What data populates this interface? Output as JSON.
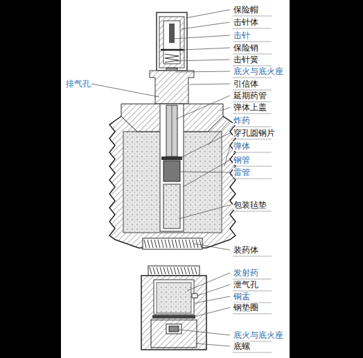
{
  "diagram": {
    "labels": [
      "保险帽",
      "击针体",
      "击针",
      "保险销",
      "击针簧",
      "底火与底火座",
      "引信体",
      "延期药管",
      "弹体上盖",
      "炸药",
      "穿孔圆钢片",
      "弹体",
      "钢管",
      "雷管",
      "包装毡垫",
      "装药体",
      "发射药",
      "泄气孔",
      "铜盂",
      "钢垫圈",
      "底火与底火座",
      "底螺",
      "排气孔"
    ]
  }
}
